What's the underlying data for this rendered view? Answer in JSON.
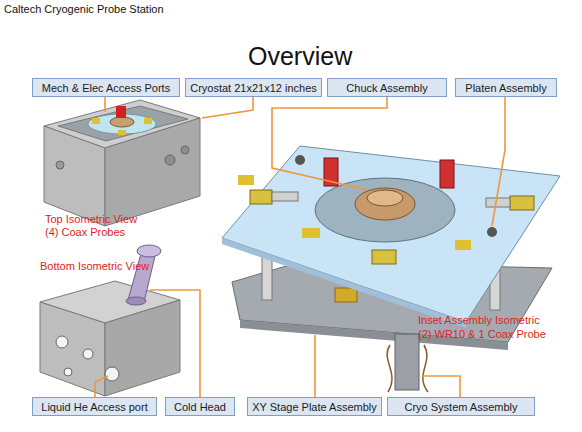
{
  "diagram": {
    "title": "Overview",
    "nodes": [
      {
        "text": [
          "Mech & Elec Access Ports"
        ]
      },
      {
        "text": [
          "Cryostat 21x21x12 inches"
        ]
      },
      {
        "text": [
          "Chuck Assembly"
        ]
      },
      {
        "text": [
          "Platen Assembly"
        ]
      },
      {
        "text": [
          "Liquid He Access port"
        ]
      },
      {
        "text": [
          "Cold Head"
        ]
      },
      {
        "text": [
          "XY Stage Plate Assembly"
        ]
      },
      {
        "text": [
          "Cryo System Assembly"
        ]
      }
    ],
    "labels": [
      "Caltech Cryogenic Probe Station",
      "Top Isometric View",
      "(4) Coax Probes",
      "Bottom Isometric View",
      "Inset Assembly Isometric",
      "(2) WR10 & 1 Coax Probe"
    ]
  }
}
